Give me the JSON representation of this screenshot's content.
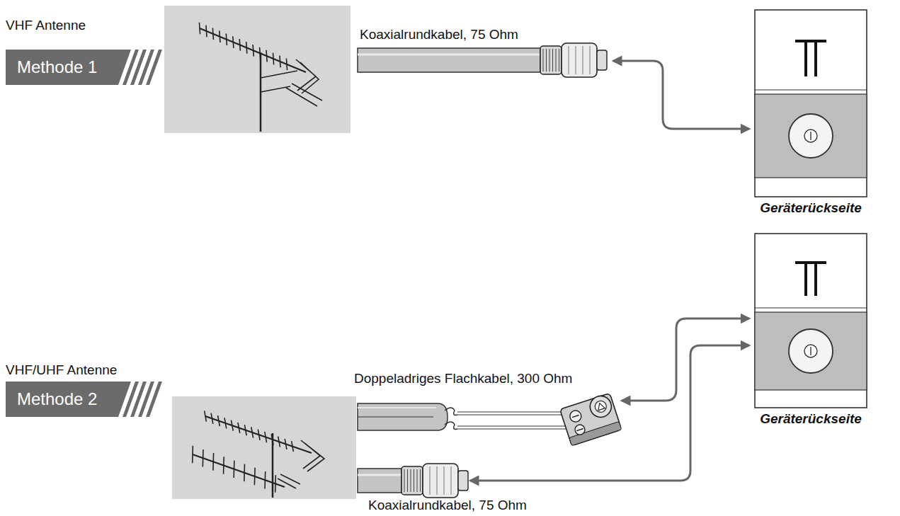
{
  "diagram": {
    "nodes": [
      {
        "text": [
          "VHF Antenne",
          "Methode 1"
        ]
      },
      {
        "text": [
          "Geräterückseite"
        ]
      },
      {
        "text": [
          "Geräterückseite"
        ]
      },
      {
        "text": [
          "VHF/UHF Antenne",
          "Methode 2"
        ]
      }
    ],
    "labels": [
      "Koaxialrundkabel, 75 Ohm",
      "Doppeladriges Flachkabel, 300 Ohm",
      "Koaxialrundkabel, 75 Ohm"
    ]
  }
}
